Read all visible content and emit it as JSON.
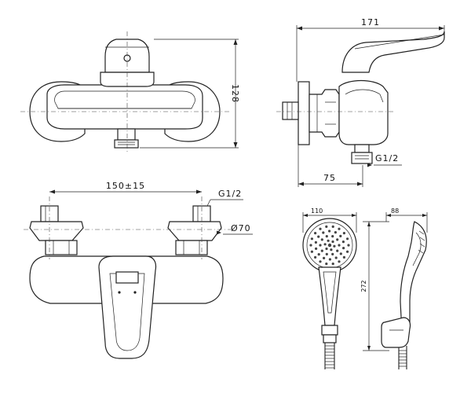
{
  "dimensions": {
    "top_width": "171",
    "height_front": "128",
    "inlet_thread_side": "G1/2",
    "depth": "75",
    "center_distance": "150±15",
    "inlet_thread_bottom": "G1/2",
    "flange_diameter": "Ø70",
    "shower_head_width": "110",
    "shower_head_depth": "88",
    "shower_height": "272"
  }
}
